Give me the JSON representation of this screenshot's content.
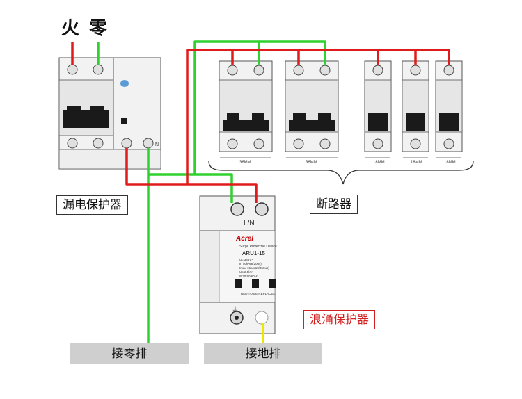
{
  "phase_labels": {
    "live": "火",
    "neutral": "零"
  },
  "labels": {
    "rcd": "漏电保护器",
    "breakers": "断路器",
    "spd": "浪涌保护器",
    "neutral_bar": "接零排",
    "ground_bar": "接地排"
  },
  "breaker_widths": [
    "36MM",
    "36MM",
    "18MM",
    "18MM",
    "18MM"
  ],
  "rcd_terminal_mark": "N",
  "spd_device": {
    "terminal_label": "L/N",
    "brand": "Acrel",
    "type_text": "Surge Protective Device",
    "model": "ARU1-15",
    "specs": [
      "Uc  385V~",
      "In  50kA(8/20us)",
      "Imax  15kA(10/350us)",
      "Up  2.5kV",
      "IP20  50/60Hz"
    ],
    "replace_text": "RED TO BE REPLACED",
    "ground_symbol": "⏚"
  },
  "colors": {
    "live_wire": "#e01b1b",
    "neutral_wire": "#2ed12e",
    "spd_label_border": "#d32020",
    "bar_fill": "#cfcfcf"
  }
}
